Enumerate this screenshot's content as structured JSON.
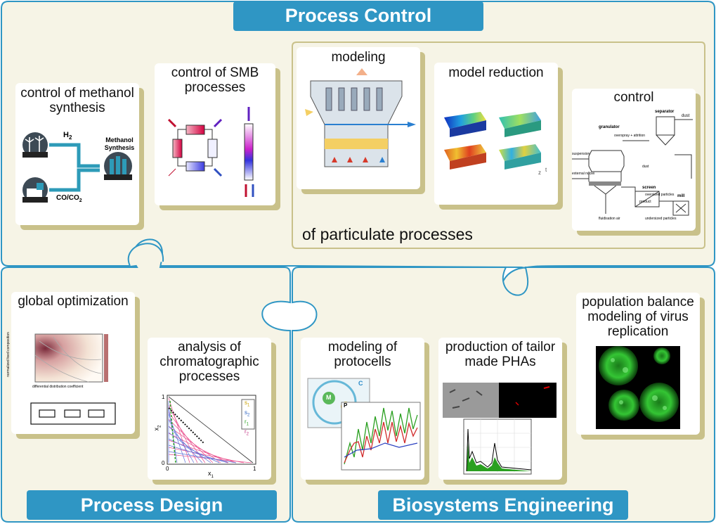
{
  "banners": {
    "process_control": "Process Control",
    "process_design": "Process Design",
    "biosystems": "Biosystems Engineering"
  },
  "particulate_label": "of particulate processes",
  "cards": {
    "methanol": {
      "title": "control of methanol synthesis",
      "h2": "H",
      "h2_sub": "2",
      "co": "CO/CO",
      "co_sub": "2",
      "product_line1": "Methanol",
      "product_line2": "Synthesis"
    },
    "smb": {
      "title": "control of SMB processes"
    },
    "modeling": {
      "title": "modeling"
    },
    "model_reduction": {
      "title": "model reduction",
      "axis_z": "z",
      "axis_t": "t"
    },
    "control": {
      "title": "control",
      "separator": "separator",
      "dust_top": "dust",
      "granulator": "granulator",
      "overspray": "overspray + attrition",
      "suspension": "suspension",
      "dust_mid": "dust",
      "external_nuclei": "external nuclei",
      "screen": "screen",
      "oversized": "oversized particles",
      "product": "product",
      "mill": "mill",
      "fluidisation_air": "fluidisation air",
      "undersized": "undersized particles"
    },
    "global_opt": {
      "title": "global optimization",
      "xlabel": "differential distribution coefficient",
      "ylabel": "normalized feed composition"
    },
    "chromatographic": {
      "title": "analysis of chromatographic processes",
      "xlabel": "x",
      "xlabel_sub": "1",
      "ylabel": "x",
      "ylabel_sub": "2",
      "tick_y1": "1",
      "tick_y0": "0",
      "tick_x0": "0",
      "tick_x1": "1",
      "legend": [
        "s",
        "s",
        "r",
        "r"
      ],
      "legend_sub": [
        "1",
        "2",
        "1",
        "2"
      ]
    },
    "protocells": {
      "title": "modeling of protocells",
      "m_label": "M",
      "p_label": "P",
      "c_label": "C"
    },
    "pha": {
      "title": "production of tailor made PHAs"
    },
    "virus": {
      "title": "population balance modeling of virus replication"
    }
  },
  "colors": {
    "banner": "#2f96c4",
    "outline": "#2f96c4",
    "panel_bg": "#f6f4e6",
    "shadow": "#c9c18a",
    "inner_border": "#c9c18a",
    "methanol_teal": "#2d9bb8"
  },
  "icons": [
    "wind-turbine-icon",
    "factory-icon",
    "tree-icon",
    "plant-icon"
  ]
}
